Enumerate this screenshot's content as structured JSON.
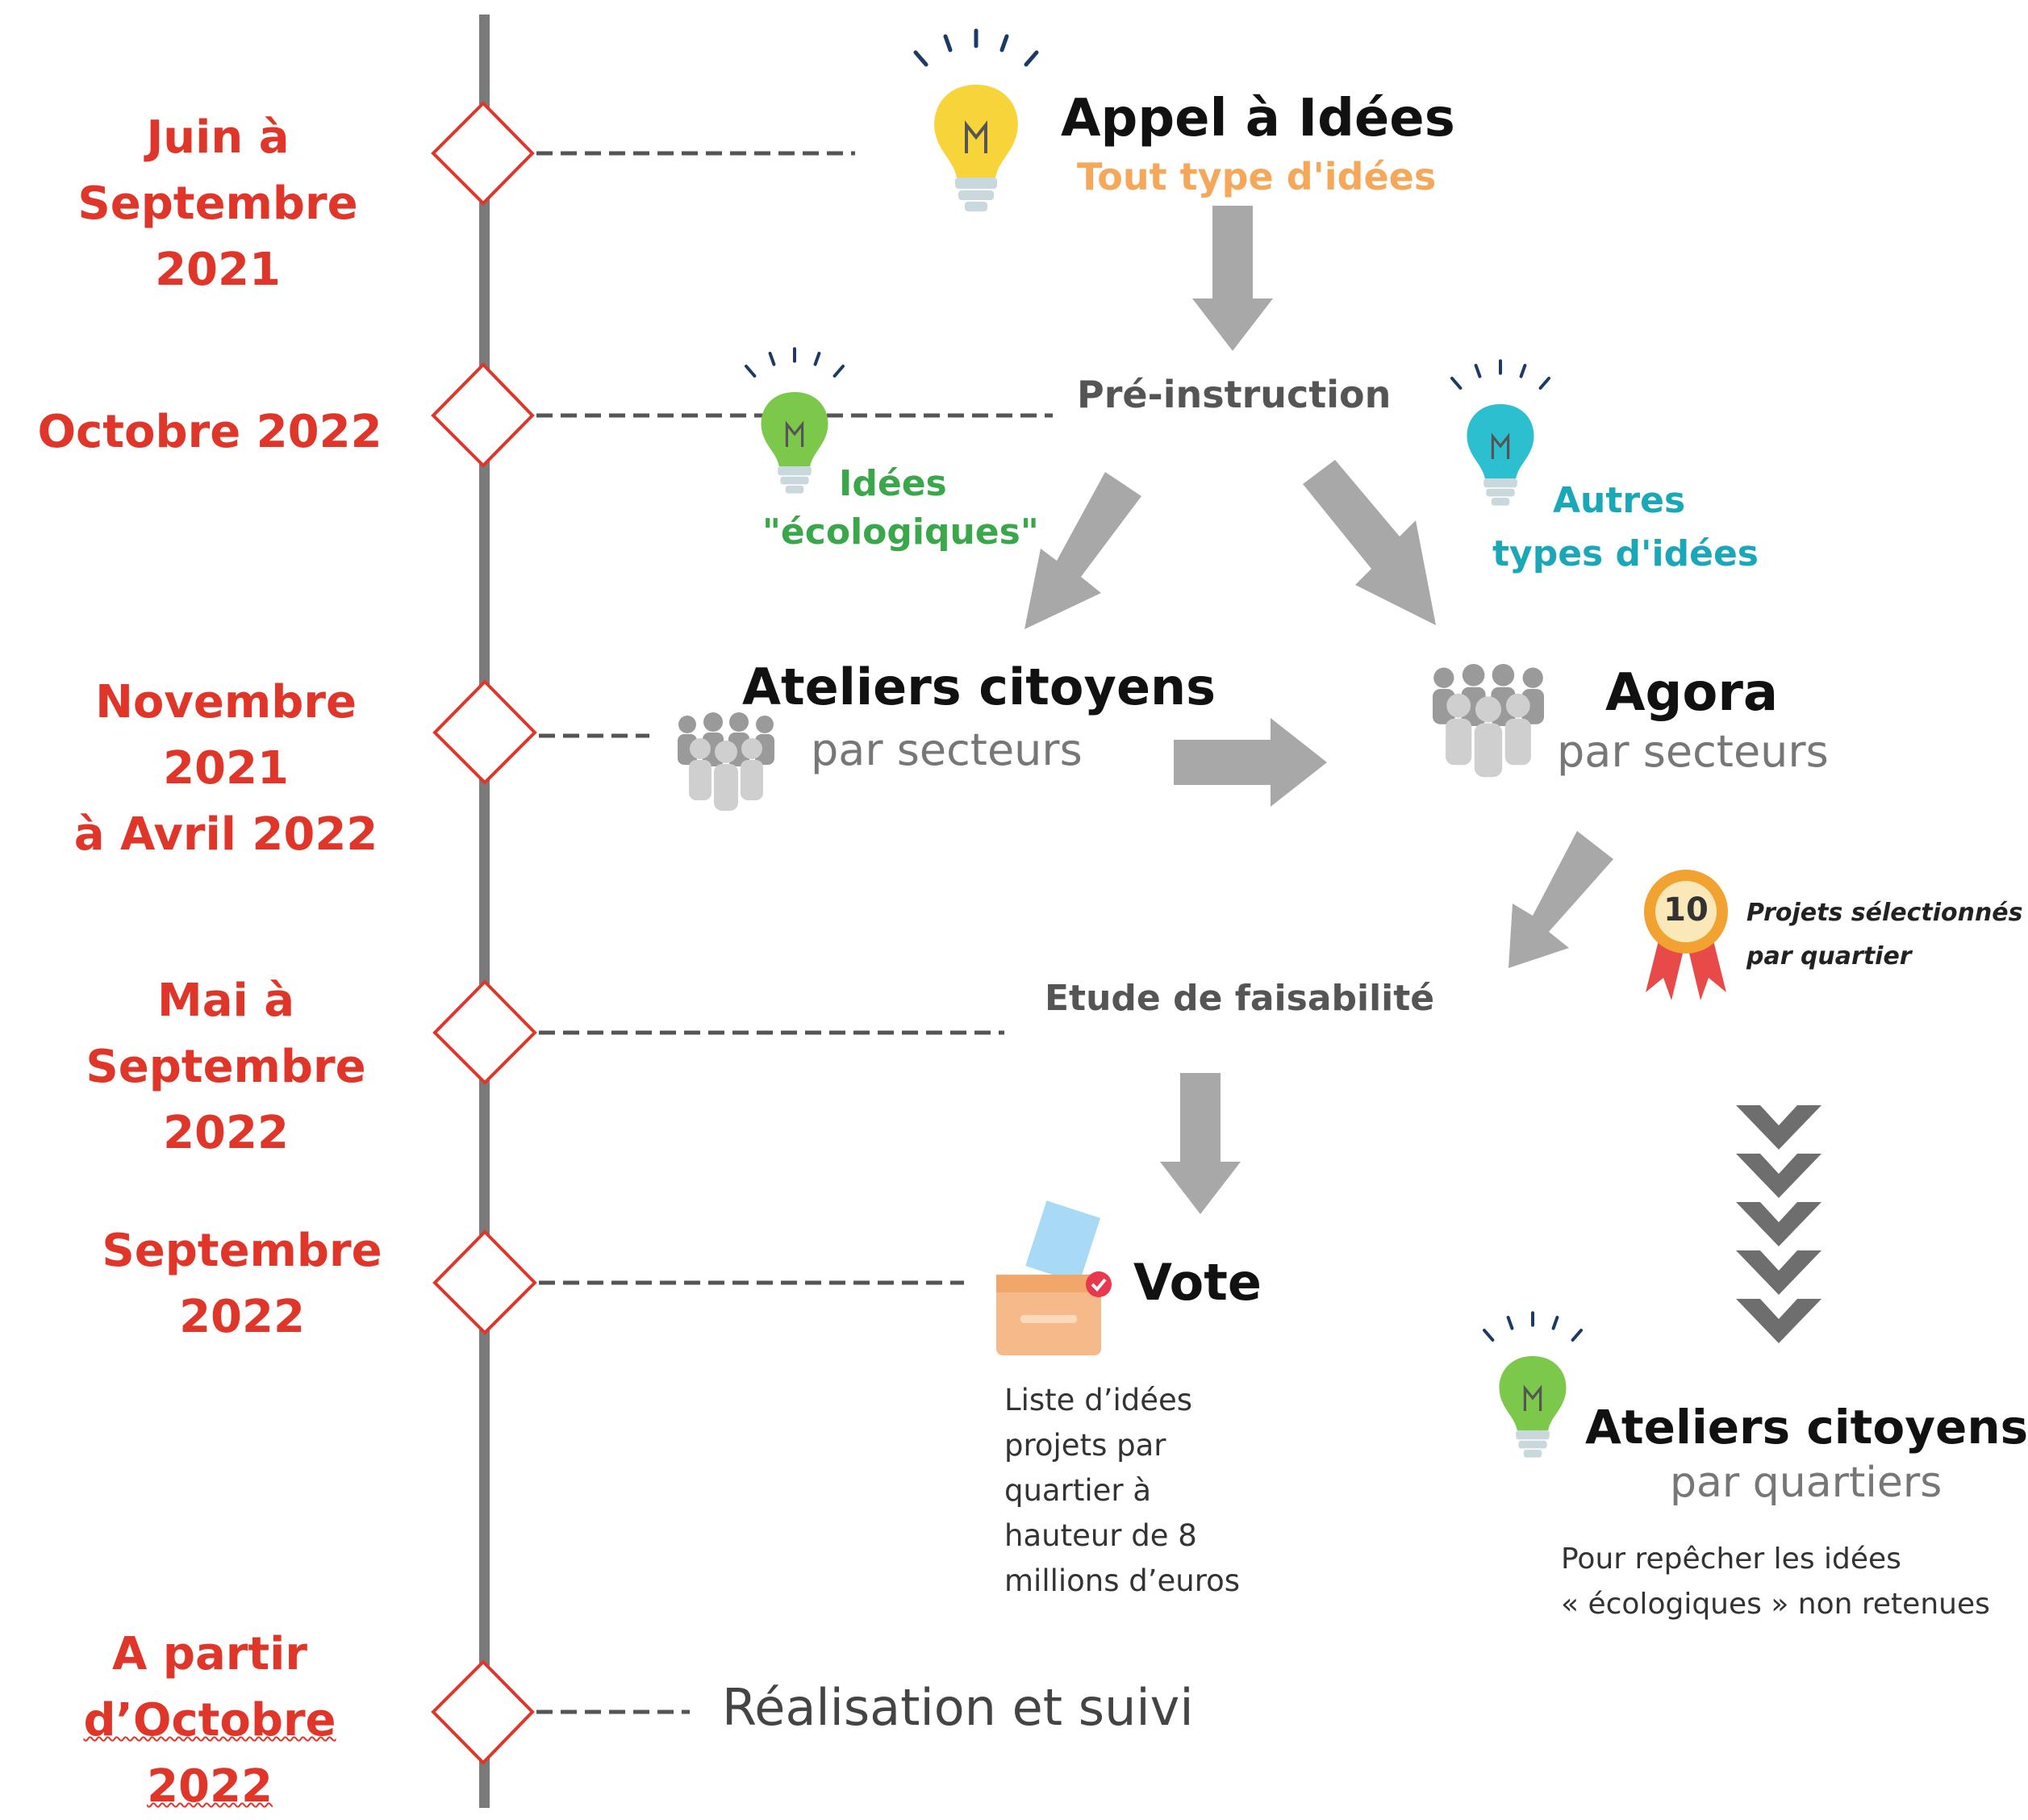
{
  "timeline": {
    "dates": [
      {
        "line1": "Juin à",
        "line2": "Septembre 2021"
      },
      {
        "line1": "Octobre 2022",
        "line2": ""
      },
      {
        "line1": "Novembre 2021",
        "line2": "à Avril 2022"
      },
      {
        "line1": "Mai à",
        "line2": "Septembre 2022"
      },
      {
        "line1": "Septembre",
        "line2": "2022"
      },
      {
        "line1": "A partir",
        "line2": "d’Octobre 2022"
      }
    ]
  },
  "steps": {
    "appel_title": "Appel à Idées",
    "appel_sub": "Tout type d'idées",
    "preinstruction": "Pré-instruction",
    "eco_line1": "Idées",
    "eco_line2": "\"écologiques\"",
    "autres_line1": "Autres",
    "autres_line2": "types d'idées",
    "ateliers_title": "Ateliers citoyens",
    "ateliers_sub": "par secteurs",
    "agora_title": "Agora",
    "agora_sub": "par secteurs",
    "badge_number": "10",
    "badge_line1": "Projets sélectionnés",
    "badge_line2": "par quartier",
    "etude": "Etude de faisabilité",
    "vote_title": "Vote",
    "vote_note": [
      "Liste d’idées",
      "projets par",
      "quartier à",
      "hauteur de  8",
      "millions d’euros"
    ],
    "ateliers_q_title": "Ateliers citoyens",
    "ateliers_q_sub": "par quartiers",
    "repecher_line1": "Pour repêcher les idées",
    "repecher_line2": "« écologiques » non retenues",
    "realisation": "Réalisation et suivi"
  },
  "colors": {
    "date_red": "#e0362a",
    "timeline_grey": "#7a7a7a",
    "arrow_grey": "#a8a8a8",
    "bulb_yellow": "#f7d43a",
    "bulb_green": "#7cc84a",
    "bulb_teal": "#2cbfcf",
    "orange_text": "#f5a85a",
    "green_text": "#3aa84a",
    "teal_text": "#1aa8b8"
  }
}
